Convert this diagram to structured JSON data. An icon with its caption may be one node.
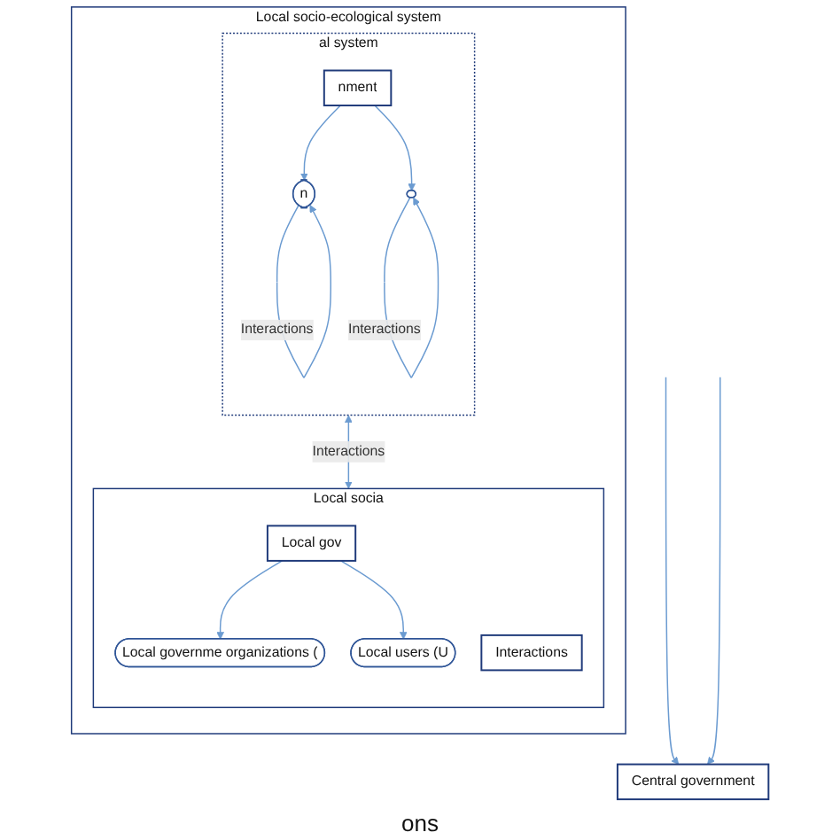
{
  "diagram": {
    "nodes": [
      {
        "text": [
          "Central government"
        ]
      },
      {
        "text": [
          "Local socio-ecological system"
        ]
      },
      {
        "text": [
          "al system"
        ],
        "in": 1
      },
      {
        "text": [
          "nment"
        ],
        "in": 2
      },
      {
        "text": [
          "n"
        ],
        "in": 2
      },
      {
        "text": [],
        "shape": "ellipse",
        "in": 2
      },
      {
        "text": [
          "Local socia"
        ],
        "in": 1
      },
      {
        "text": [
          "Local gov"
        ],
        "in": 6
      },
      {
        "text": [
          "Local governme organizations ("
        ],
        "in": 6
      },
      {
        "text": [
          "Interactions"
        ],
        "in": 6
      },
      {
        "text": [
          "Local users (U"
        ],
        "in": 6
      }
    ],
    "edges": [
      {
        "from": null,
        "to": 0,
        "arrow": "to"
      },
      {
        "from": null,
        "to": 0,
        "arrow": "to"
      },
      {
        "from": 3,
        "to": 4,
        "arrow": "to"
      },
      {
        "from": 3,
        "to": 5,
        "arrow": "to"
      },
      {
        "from": 4,
        "to": 4,
        "arrow": "to",
        "label": "Interactions"
      },
      {
        "from": 5,
        "to": 5,
        "arrow": "to",
        "label": "Interactions"
      },
      {
        "from": 2,
        "to": 6,
        "arrow": "both",
        "label": "Interactions"
      },
      {
        "from": 7,
        "to": 8,
        "arrow": "to"
      },
      {
        "from": 7,
        "to": 10,
        "arrow": "to"
      }
    ],
    "labels": [
      "ons"
    ]
  }
}
